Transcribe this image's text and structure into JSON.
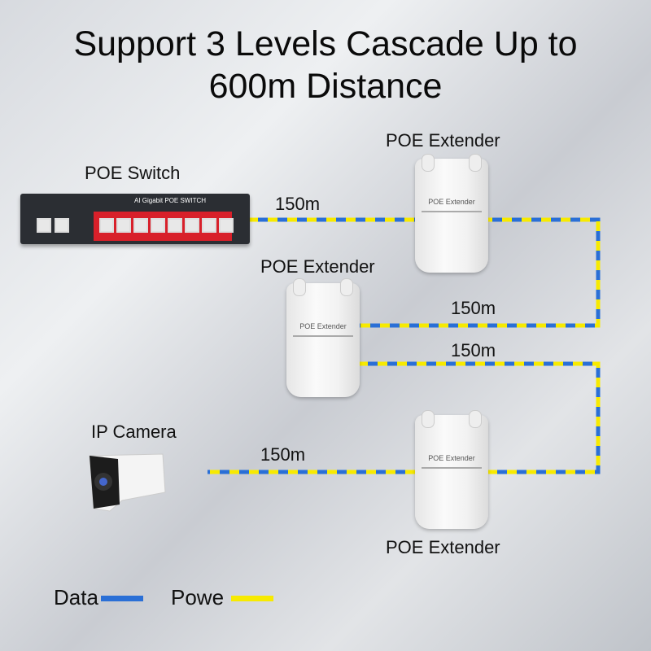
{
  "title": {
    "line1": "Support 3 Levels Cascade Up to",
    "line2": "600m Distance"
  },
  "devices": {
    "switch": {
      "label": "POE Switch",
      "brand": "AI Gigabit POE SWITCH"
    },
    "extender_1": {
      "label": "POE Extender",
      "device_text": "POE Extender"
    },
    "extender_2": {
      "label": "POE Extender",
      "device_text": "POE Extender"
    },
    "extender_3": {
      "label": "POE Extender",
      "device_text": "POE Extender"
    },
    "camera": {
      "label": "IP Camera"
    }
  },
  "links": [
    {
      "distance": "150m"
    },
    {
      "distance": "150m"
    },
    {
      "distance": "150m"
    },
    {
      "distance": "150m"
    }
  ],
  "legend": {
    "data_label": "Data",
    "power_label": "Powe",
    "data_color": "#2a6fd6",
    "power_color": "#f7ea00"
  }
}
